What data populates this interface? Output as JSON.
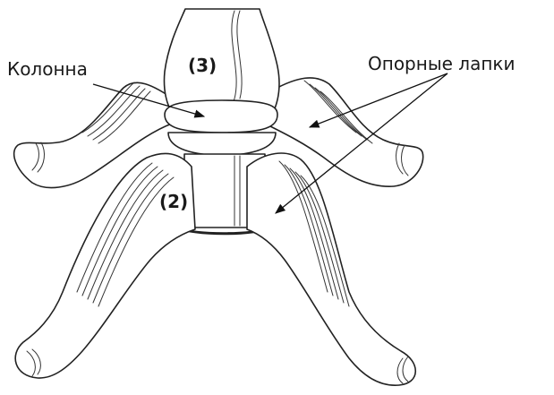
{
  "labels": {
    "column": "Колонна",
    "feet": "Опорные лапки",
    "part_column": "(3)",
    "part_base": "(2)"
  },
  "colors": {
    "ink": "#222222",
    "background": "#ffffff"
  }
}
